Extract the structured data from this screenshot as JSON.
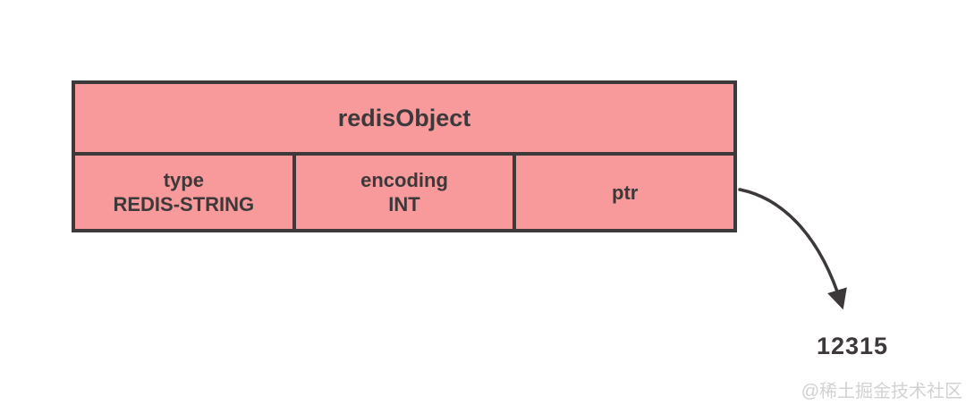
{
  "diagram": {
    "title": "redisObject",
    "cells": [
      {
        "label": "type",
        "value": "REDIS-STRING"
      },
      {
        "label": "encoding",
        "value": "INT"
      },
      {
        "label": "ptr",
        "value": ""
      }
    ],
    "pointer_target": "12315",
    "colors": {
      "fill": "#f8999b",
      "line": "#3d3839",
      "text": "#3d3839",
      "watermark": "#d2d2d2",
      "background": "#ffffff"
    }
  },
  "watermark": "@稀土掘金技术社区"
}
